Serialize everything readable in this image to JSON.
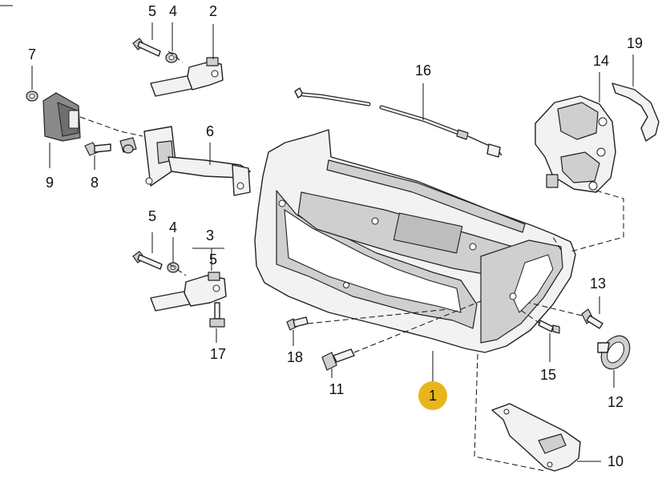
{
  "diagram": {
    "callouts": [
      {
        "id": "1",
        "text": "1",
        "highlighted": true
      },
      {
        "id": "2",
        "text": "2"
      },
      {
        "id": "3",
        "text": "3"
      },
      {
        "id": "4a",
        "text": "4"
      },
      {
        "id": "4b",
        "text": "4"
      },
      {
        "id": "5a",
        "text": "5"
      },
      {
        "id": "5b",
        "text": "5"
      },
      {
        "id": "5c",
        "text": "5"
      },
      {
        "id": "6",
        "text": "6"
      },
      {
        "id": "7",
        "text": "7"
      },
      {
        "id": "8",
        "text": "8"
      },
      {
        "id": "9",
        "text": "9"
      },
      {
        "id": "10",
        "text": "10"
      },
      {
        "id": "11",
        "text": "11"
      },
      {
        "id": "12",
        "text": "12"
      },
      {
        "id": "13",
        "text": "13"
      },
      {
        "id": "14",
        "text": "14"
      },
      {
        "id": "15",
        "text": "15"
      },
      {
        "id": "16",
        "text": "16"
      },
      {
        "id": "17",
        "text": "17"
      },
      {
        "id": "18",
        "text": "18"
      },
      {
        "id": "19",
        "text": "19"
      }
    ],
    "highlight_color": "#e8b51c",
    "line_color": "#111111"
  }
}
